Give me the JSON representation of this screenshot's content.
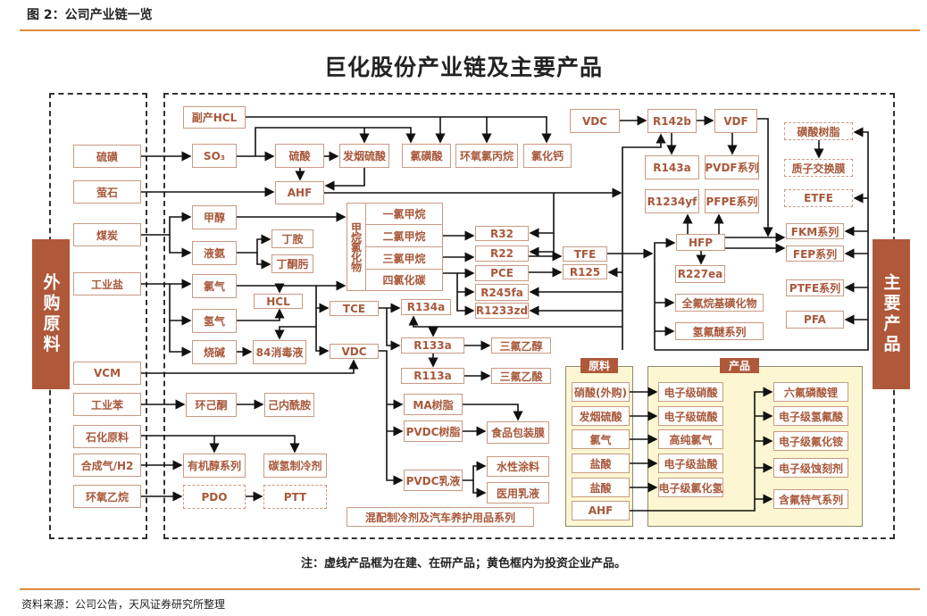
{
  "header": {
    "figure_title": "图 2：公司产业链一览",
    "main_title": "巨化股份产业链及主要产品"
  },
  "left_label": "外购原料",
  "right_label": "主要产品",
  "raw": {
    "sulfur": "硫磺",
    "fluorite": "萤石",
    "coal": "煤炭",
    "salt": "工业盐",
    "vcm": "VCM",
    "benzene": "工业苯",
    "petro": "石化原料",
    "syngas": "合成气/H2",
    "eo": "环氧乙烷"
  },
  "nodes": {
    "hcl_by": "副产HCL",
    "so3": "SO₃",
    "h2so4": "硫酸",
    "oleum": "发烟硫酸",
    "chlorosulfonic": "氯磺酸",
    "ech": "环氧氯丙烷",
    "cacl2": "氯化钙",
    "ahf": "AHF",
    "methanol": "甲醇",
    "ammonia": "液氨",
    "butylamine": "丁胺",
    "mek_oxime": "丁酮肟",
    "chlorine": "氯气",
    "hcl": "HCL",
    "hydrogen": "氢气",
    "caustic": "烧碱",
    "disinfectant": "84消毒液",
    "methane_chlorides": "甲烷氯化物",
    "mcm": "一氯甲烷",
    "dcm": "二氯甲烷",
    "tcm": "三氯甲烷",
    "ctc": "四氯化碳",
    "r32": "R32",
    "r22": "R22",
    "pce": "PCE",
    "r245fa": "R245fa",
    "r1233zd": "R1233zd",
    "tfe": "TFE",
    "r125": "R125",
    "tce": "TCE",
    "r134a": "R134a",
    "vdc": "VDC",
    "r133a": "R133a",
    "tfeth": "三氟乙醇",
    "r113a": "R113a",
    "tfa": "三氟乙酸",
    "vdc2": "VDC",
    "r142b": "R142b",
    "vdf": "VDF",
    "r143a": "R143a",
    "pvdf": "PVDF系列",
    "r1234yf": "R1234yf",
    "pfpe": "PFPE系列",
    "hfp": "HFP",
    "r227ea": "R227ea",
    "pfas": "全氟烷基磺化物",
    "hfe": "氢氟醚系列",
    "sulfonic_resin": "磺酸树脂",
    "pem": "质子交换膜",
    "etfe": "ETFE",
    "fkm": "FKM系列",
    "fep": "FEP系列",
    "ptfe": "PTFE系列",
    "pfa": "PFA",
    "cyclohexanone": "环己酮",
    "caprolactam": "己内酰胺",
    "alcohols": "有机醇系列",
    "hc_refrig": "碳氢制冷剂",
    "pdo": "PDO",
    "ptt": "PTT",
    "ma_resin": "MA树脂",
    "pvdc_resin": "PVDC树脂",
    "food_film": "食品包装膜",
    "pvdc_latex": "PVDC乳液",
    "water_coating": "水性涂料",
    "medical_latex": "医用乳液",
    "blend": "混配制冷剂及汽车养护用品系列"
  },
  "invest": {
    "raw_label": "原料",
    "prod_label": "产品",
    "raw": [
      "硝酸(外购)",
      "发烟硫酸",
      "氯气",
      "盐酸",
      "盐酸",
      "AHF"
    ],
    "mid": [
      "电子级硝酸",
      "电子级硫酸",
      "高纯氯气",
      "电子级盐酸",
      "电子级氯化氢"
    ],
    "out": [
      "六氟磷酸锂",
      "电子级氢氟酸",
      "电子级氟化铵",
      "电子级蚀刻剂",
      "含氟特气系列"
    ]
  },
  "note": "注：虚线产品框为在建、在研产品；黄色框内为投资企业产品。",
  "source": "资料来源：公司公告，天风证券研究所整理"
}
